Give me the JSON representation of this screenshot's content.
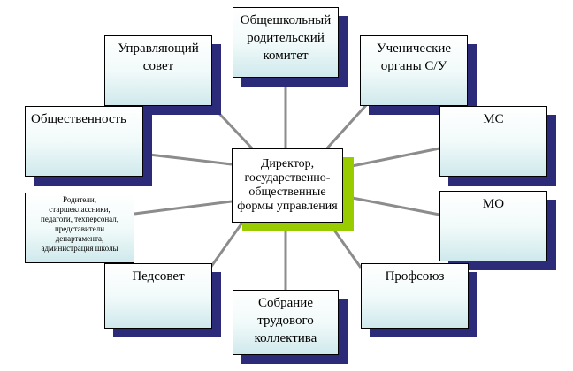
{
  "center": {
    "label": "Директор,\nгосударственно-\nобщественные\nформы управления"
  },
  "nodes": {
    "parent_committee": "Общешкольный\nродительский\nкомитет",
    "governing_council": "Управляющий\nсовет",
    "student_bodies": "Ученические\nорганы С/У",
    "public": "Общественность",
    "ms": "МС",
    "mo": "МО",
    "stakeholders": "Родители,\nстаршеклассники,\nпедагоги, техперсонал,\nпредставители\nдепартамента,\nадминистрация школы",
    "pedsovet": "Педсовет",
    "trade_union": "Профсоюз",
    "labor_assembly": "Собрание\nтрудового\nколлектива"
  },
  "colors": {
    "shadow": "#2b2b7a",
    "center_shadow": "#99cc00",
    "connector": "#8c8c8c",
    "box_gradient_bottom": "#cfe9ec"
  }
}
